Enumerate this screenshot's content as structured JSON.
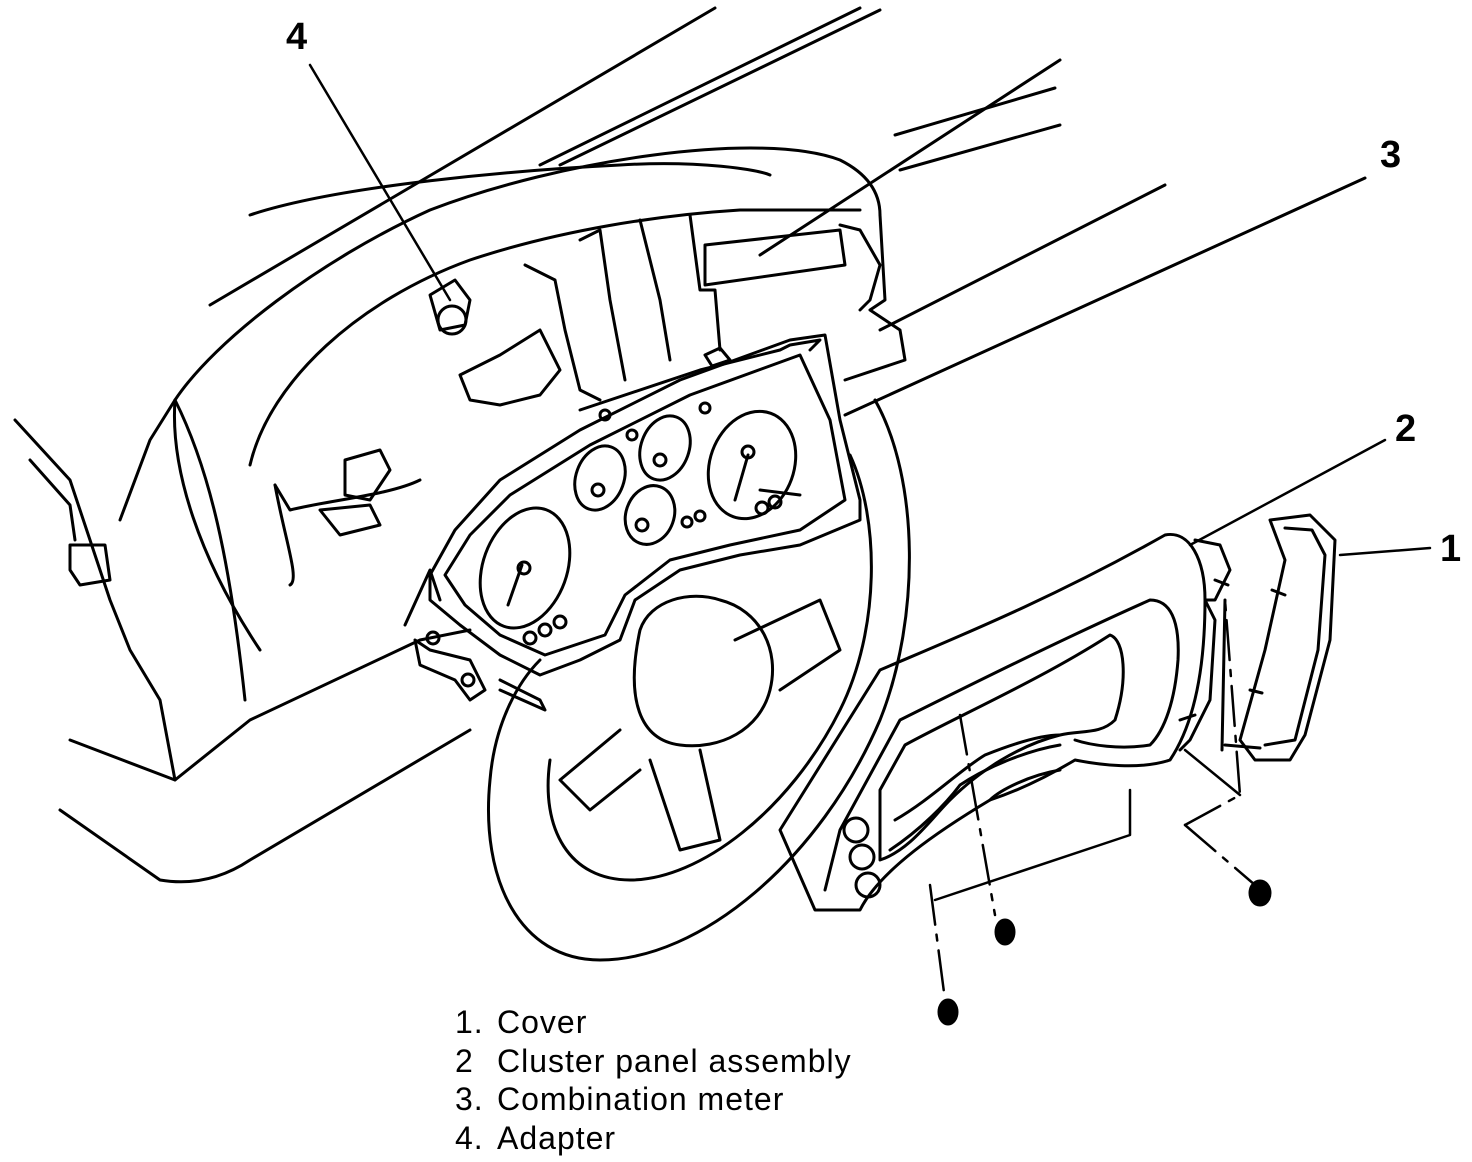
{
  "callouts": {
    "c1": "1",
    "c2": "2",
    "c3": "3",
    "c4": "4"
  },
  "legend": [
    {
      "number": "1.",
      "label": "Cover"
    },
    {
      "number": "2",
      "label": "Cluster panel assembly"
    },
    {
      "number": "3.",
      "label": "Combination meter"
    },
    {
      "number": "4.",
      "label": "Adapter"
    }
  ],
  "colors": {
    "line": "#000000",
    "background": "#ffffff"
  }
}
